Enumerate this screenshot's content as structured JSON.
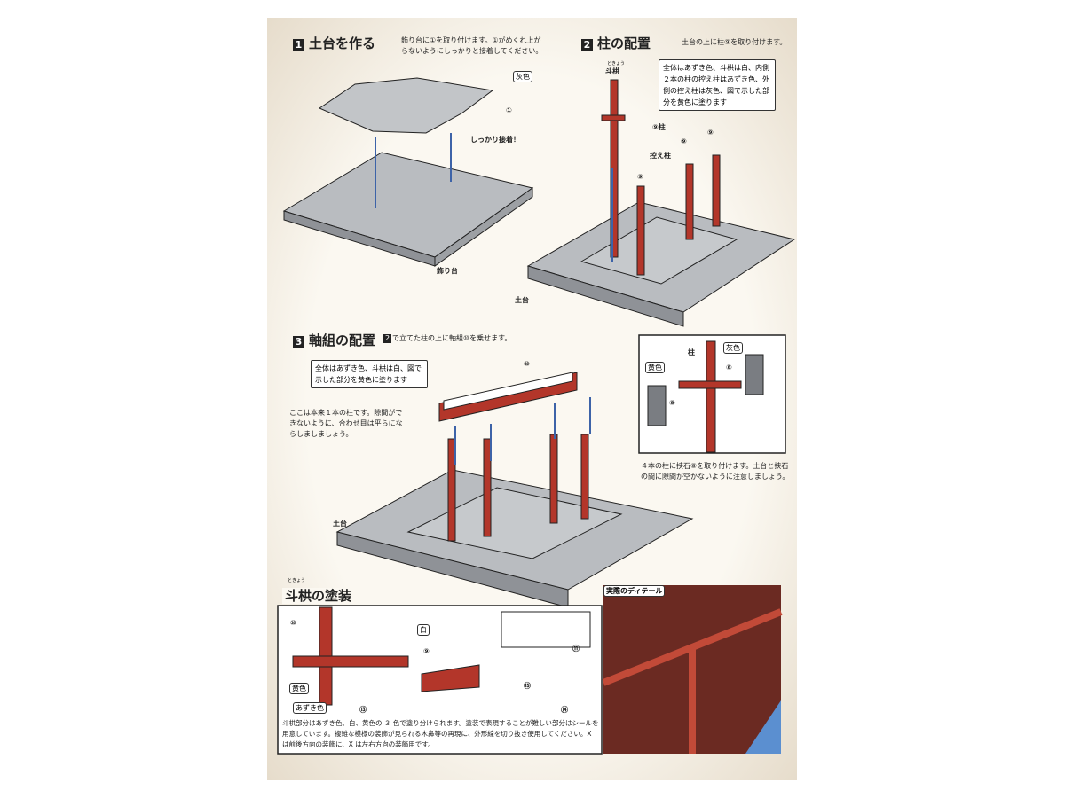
{
  "step1": {
    "num": "1",
    "title": "土台を作る",
    "desc": "飾り台に①を取り付けます。①がめくれ上がらないようにしっかりと接着してください。",
    "tag_gray": "灰色",
    "part1": "①",
    "glue": "しっかり接着！",
    "base": "飾り台"
  },
  "step2": {
    "num": "2",
    "title": "柱の配置",
    "desc": "土台の上に柱⑨を取り付けます。",
    "note": "全体はあずき色、斗栱は白、内側２本の柱の控え柱はあずき色、外側の控え柱は灰色、図で示した部分を黄色に塗ります",
    "tokyo_ruby": "ときょう",
    "tokyo": "斗栱",
    "pillar": "⑨柱",
    "brace": "控え柱",
    "p9": "⑨",
    "base": "土台"
  },
  "step3": {
    "num": "3",
    "title": "軸組の配置",
    "desc_num": "2",
    "desc": "で立てた柱の上に軸組⑩を乗せます。",
    "note": "全体はあずき色、斗栱は白、図で示した部分を黄色に塗ります",
    "p10": "⑩",
    "joint_note": "ここは本来１本の柱です。隙間ができないように、合わせ目は平らにならしましましょう。",
    "base": "土台",
    "inset_pillar": "柱",
    "inset_gray": "灰色",
    "inset_yellow": "黄色",
    "p8": "⑧",
    "stone_note": "４本の柱に挟石⑧を取り付けます。土台と挟石の間に隙間が空かないように注意しましょう。"
  },
  "painting": {
    "ruby": "ときょう",
    "title": "斗栱の塗装",
    "white": "白",
    "yellow": "黄色",
    "azuki": "あずき色",
    "parts": [
      "⑩",
      "⑨",
      "⑪",
      "⑬",
      "⑮",
      "⑭"
    ],
    "desc": "斗栱部分はあずき色、白、黄色の ３ 色で塗り分けられます。塗装で表現することが難しい部分はシールを用意しています。複雑な模様の装飾が見られる木鼻等の再現に、外形線を切り抜き使用してください。X は前後方向の装飾に、X は左右方向の装飾用です。"
  },
  "detail": {
    "title": "実際のディテール"
  }
}
